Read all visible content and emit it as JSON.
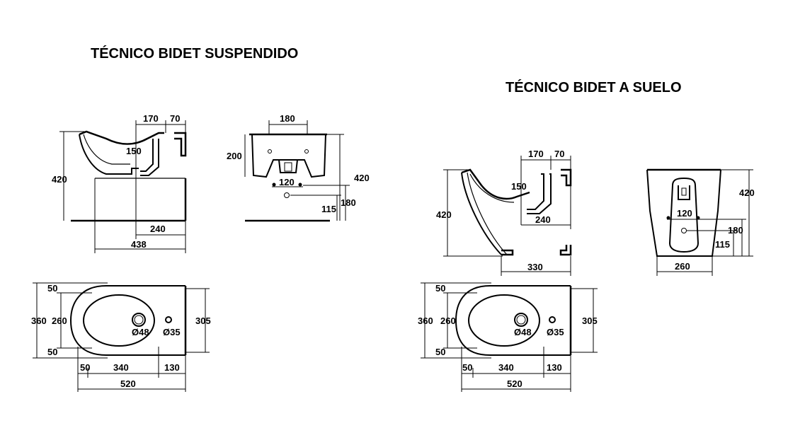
{
  "titles": {
    "suspended": "TÉCNICO BIDET SUSPENDIDO",
    "floor": "TÉCNICO BIDET A SUELO"
  },
  "suspended": {
    "side": {
      "d170": "170",
      "d70": "70",
      "d150": "150",
      "d420": "420",
      "d240": "240",
      "d438": "438"
    },
    "front": {
      "d180": "180",
      "d200": "200",
      "d120": "120",
      "d420": "420",
      "d180b": "180",
      "d115": "115"
    },
    "plan": {
      "d50a": "50",
      "d360": "360",
      "d260": "260",
      "d50b": "50",
      "d305": "305",
      "d48": "Ø48",
      "d35": "Ø35",
      "d50c": "50",
      "d340": "340",
      "d130": "130",
      "d520": "520"
    }
  },
  "floor": {
    "side": {
      "d170": "170",
      "d70": "70",
      "d150": "150",
      "d420": "420",
      "d240": "240",
      "d330": "330"
    },
    "front": {
      "d420": "420",
      "d120": "120",
      "d180": "180",
      "d115": "115",
      "d260": "260"
    },
    "plan": {
      "d50a": "50",
      "d360": "360",
      "d260": "260",
      "d50b": "50",
      "d305": "305",
      "d48": "Ø48",
      "d35": "Ø35",
      "d50c": "50",
      "d340": "340",
      "d130": "130",
      "d520": "520"
    }
  }
}
